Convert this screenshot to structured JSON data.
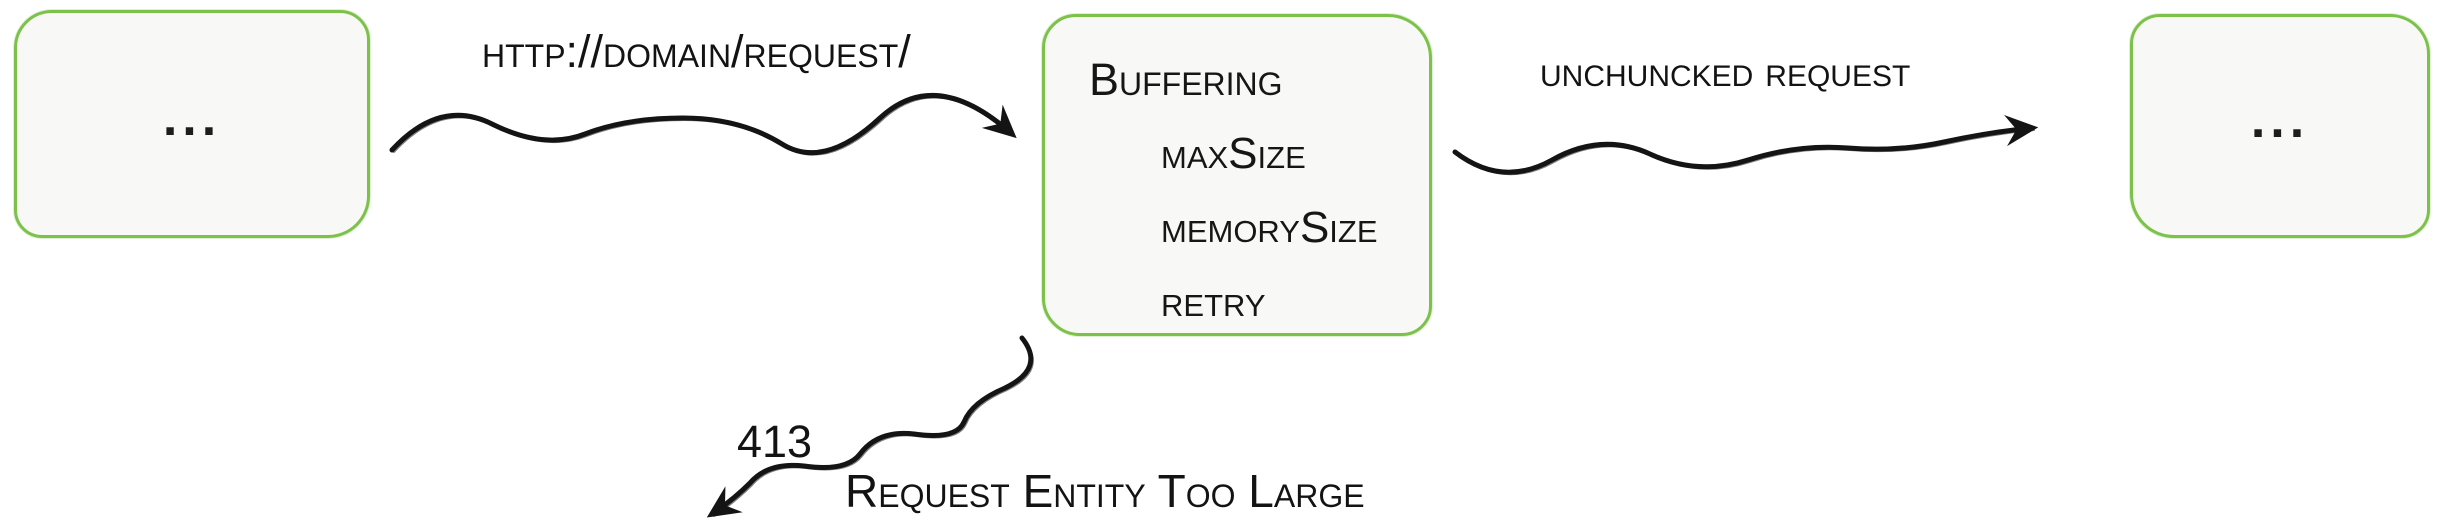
{
  "diagram": {
    "nodes": {
      "left": {
        "label": "..."
      },
      "buffering": {
        "title": "Buffering",
        "items": [
          "maxSize",
          "memorySize",
          "retry"
        ]
      },
      "right": {
        "label": "..."
      }
    },
    "edges": {
      "request": {
        "label": "http://domain/request/"
      },
      "unchunked": {
        "label": "unchuncked request"
      },
      "error": {
        "code": "413",
        "label": "Request Entity Too Large"
      }
    },
    "colors": {
      "node_border": "#7cc24a",
      "node_fill": "#f8f8f6",
      "stroke": "#141414"
    }
  }
}
